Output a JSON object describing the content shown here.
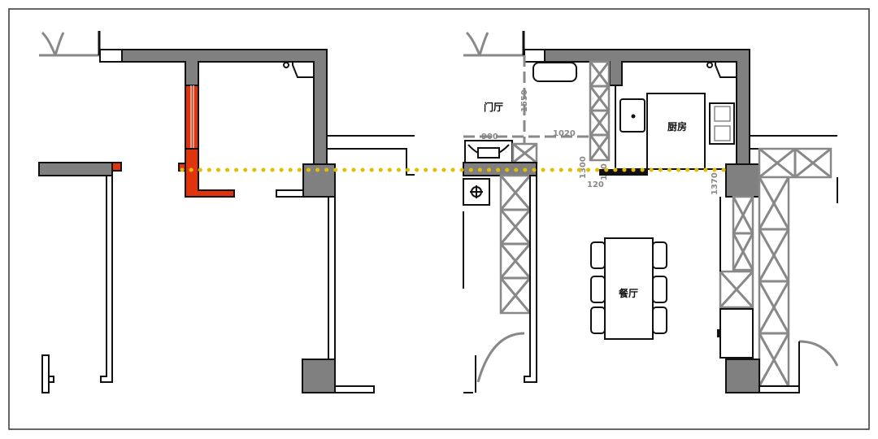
{
  "labels": {
    "entrance": "门厅",
    "kitchen": "厨房",
    "dining": "餐厅"
  },
  "dimensions": {
    "d1550": "1550",
    "d900": "900",
    "d1020": "1020",
    "d1300": "1300",
    "d120": "120",
    "d150": "150",
    "d1370": "1370"
  },
  "colors": {
    "wall": "#808080",
    "demolished_wall": "#e2340c",
    "section_line": "#e6bc00",
    "cabinet": "#888888"
  }
}
